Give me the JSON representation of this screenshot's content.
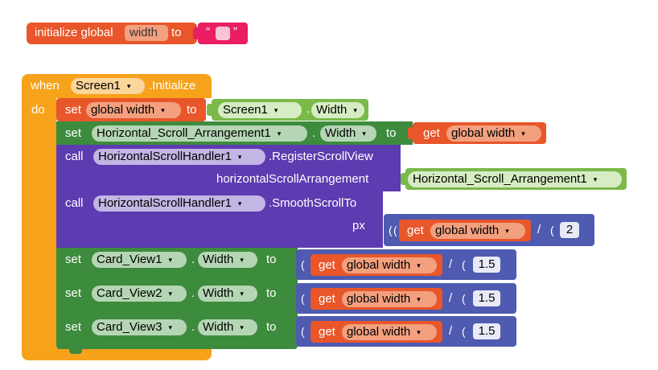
{
  "init_block": {
    "keyword": "initialize global",
    "var_name": "width",
    "to": "to",
    "quote_open": "“",
    "quote_close": "”"
  },
  "event_block": {
    "when": "when",
    "component": "Screen1",
    "event": ".Initialize",
    "do": "do"
  },
  "stmt1": {
    "set": "set",
    "var": "global width",
    "to": "to",
    "component": "Screen1",
    "dot": ".",
    "prop": "Width"
  },
  "stmt2": {
    "set": "set",
    "component": "Horizontal_Scroll_Arrangement1",
    "dot": ".",
    "prop": "Width",
    "to": "to",
    "get": "get",
    "var": "global width"
  },
  "stmt3": {
    "call": "call",
    "component": "HorizontalScrollHandler1",
    "method": ".RegisterScrollView",
    "param": "horizontalScrollArrangement",
    "arg_component": "Horizontal_Scroll_Arrangement1"
  },
  "stmt4": {
    "call": "call",
    "component": "HorizontalScrollHandler1",
    "method": ".SmoothScrollTo",
    "param": "px",
    "get": "get",
    "var": "global width",
    "op": "/",
    "divisor": "2"
  },
  "card_rows": [
    {
      "set": "set",
      "component": "Card_View1",
      "dot": ".",
      "prop": "Width",
      "to": "to",
      "get": "get",
      "var": "global width",
      "op": "/",
      "divisor": "1.5"
    },
    {
      "set": "set",
      "component": "Card_View2",
      "dot": ".",
      "prop": "Width",
      "to": "to",
      "get": "get",
      "var": "global width",
      "op": "/",
      "divisor": "1.5"
    },
    {
      "set": "set",
      "component": "Card_View3",
      "dot": ".",
      "prop": "Width",
      "to": "to",
      "get": "get",
      "var": "global width",
      "op": "/",
      "divisor": "1.5"
    }
  ],
  "dropdown_arrow": "▾",
  "colors": {
    "variables": "#e8562a",
    "event": "#f7a21b",
    "component_green": "#3d8b3d",
    "component_light": "#7bb94a",
    "call_purple": "#5d3bb0",
    "math_blue": "#4e5bb0",
    "text_pink": "#e91e63"
  }
}
